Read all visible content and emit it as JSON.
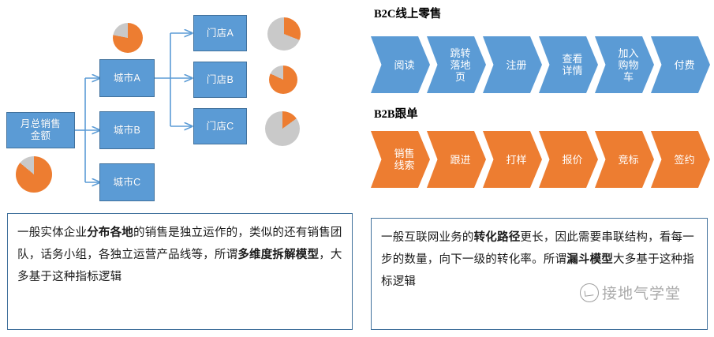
{
  "tree": {
    "root": {
      "label": "月总销售\n金额"
    },
    "level2": [
      {
        "label": "城市A"
      },
      {
        "label": "城市B"
      },
      {
        "label": "城市C"
      }
    ],
    "level3": [
      {
        "label": "门店A"
      },
      {
        "label": "门店B"
      },
      {
        "label": "门店C"
      }
    ],
    "colors": {
      "node_fill": "#5b9bd5",
      "node_border": "#41719c",
      "connector": "#5b9bd5",
      "pie_value": "#ed7d31",
      "pie_rest": "#c9c9c9"
    },
    "pies": [
      {
        "name": "root-pie",
        "value_pct": 86,
        "rest_pct": 14
      },
      {
        "name": "city-a-pie",
        "value_pct": 78,
        "rest_pct": 22
      },
      {
        "name": "store-a-pie",
        "value_pct": 31,
        "rest_pct": 69
      },
      {
        "name": "store-b-pie",
        "value_pct": 82,
        "rest_pct": 18
      },
      {
        "name": "store-c-pie",
        "value_pct": 15,
        "rest_pct": 85
      }
    ]
  },
  "funnels": [
    {
      "title": "B2C线上零售",
      "color": "#5b9bd5",
      "steps": [
        "阅读",
        "跳转\n落地\n页",
        "注册",
        "查看\n详情",
        "加入\n购物\n车",
        "付费"
      ]
    },
    {
      "title": "B2B跟单",
      "color": "#ed7d31",
      "steps": [
        "销售\n线索",
        "跟进",
        "打样",
        "报价",
        "竞标",
        "签约"
      ]
    }
  ],
  "callouts": [
    {
      "name": "callout-left",
      "segments": [
        {
          "text": "一般实体企业",
          "bold": false
        },
        {
          "text": "分布各地",
          "bold": true
        },
        {
          "text": "的销售是独立运作的，类似的还有销售团队，话务小组，各独立运营产品线等，所谓",
          "bold": false
        },
        {
          "text": "多维度拆解模型",
          "bold": true
        },
        {
          "text": "，大多基于这种指标逻辑",
          "bold": false
        }
      ]
    },
    {
      "name": "callout-right",
      "segments": [
        {
          "text": "一般互联网业务的",
          "bold": false
        },
        {
          "text": "转化路径",
          "bold": true
        },
        {
          "text": "更长，因此需要串联结构，看每一步的数量，向下一级的转化率。所谓",
          "bold": false
        },
        {
          "text": "漏斗模型",
          "bold": true
        },
        {
          "text": "大多基于这种指标逻辑",
          "bold": false
        }
      ]
    }
  ],
  "watermark": {
    "text": "接地气学堂"
  }
}
